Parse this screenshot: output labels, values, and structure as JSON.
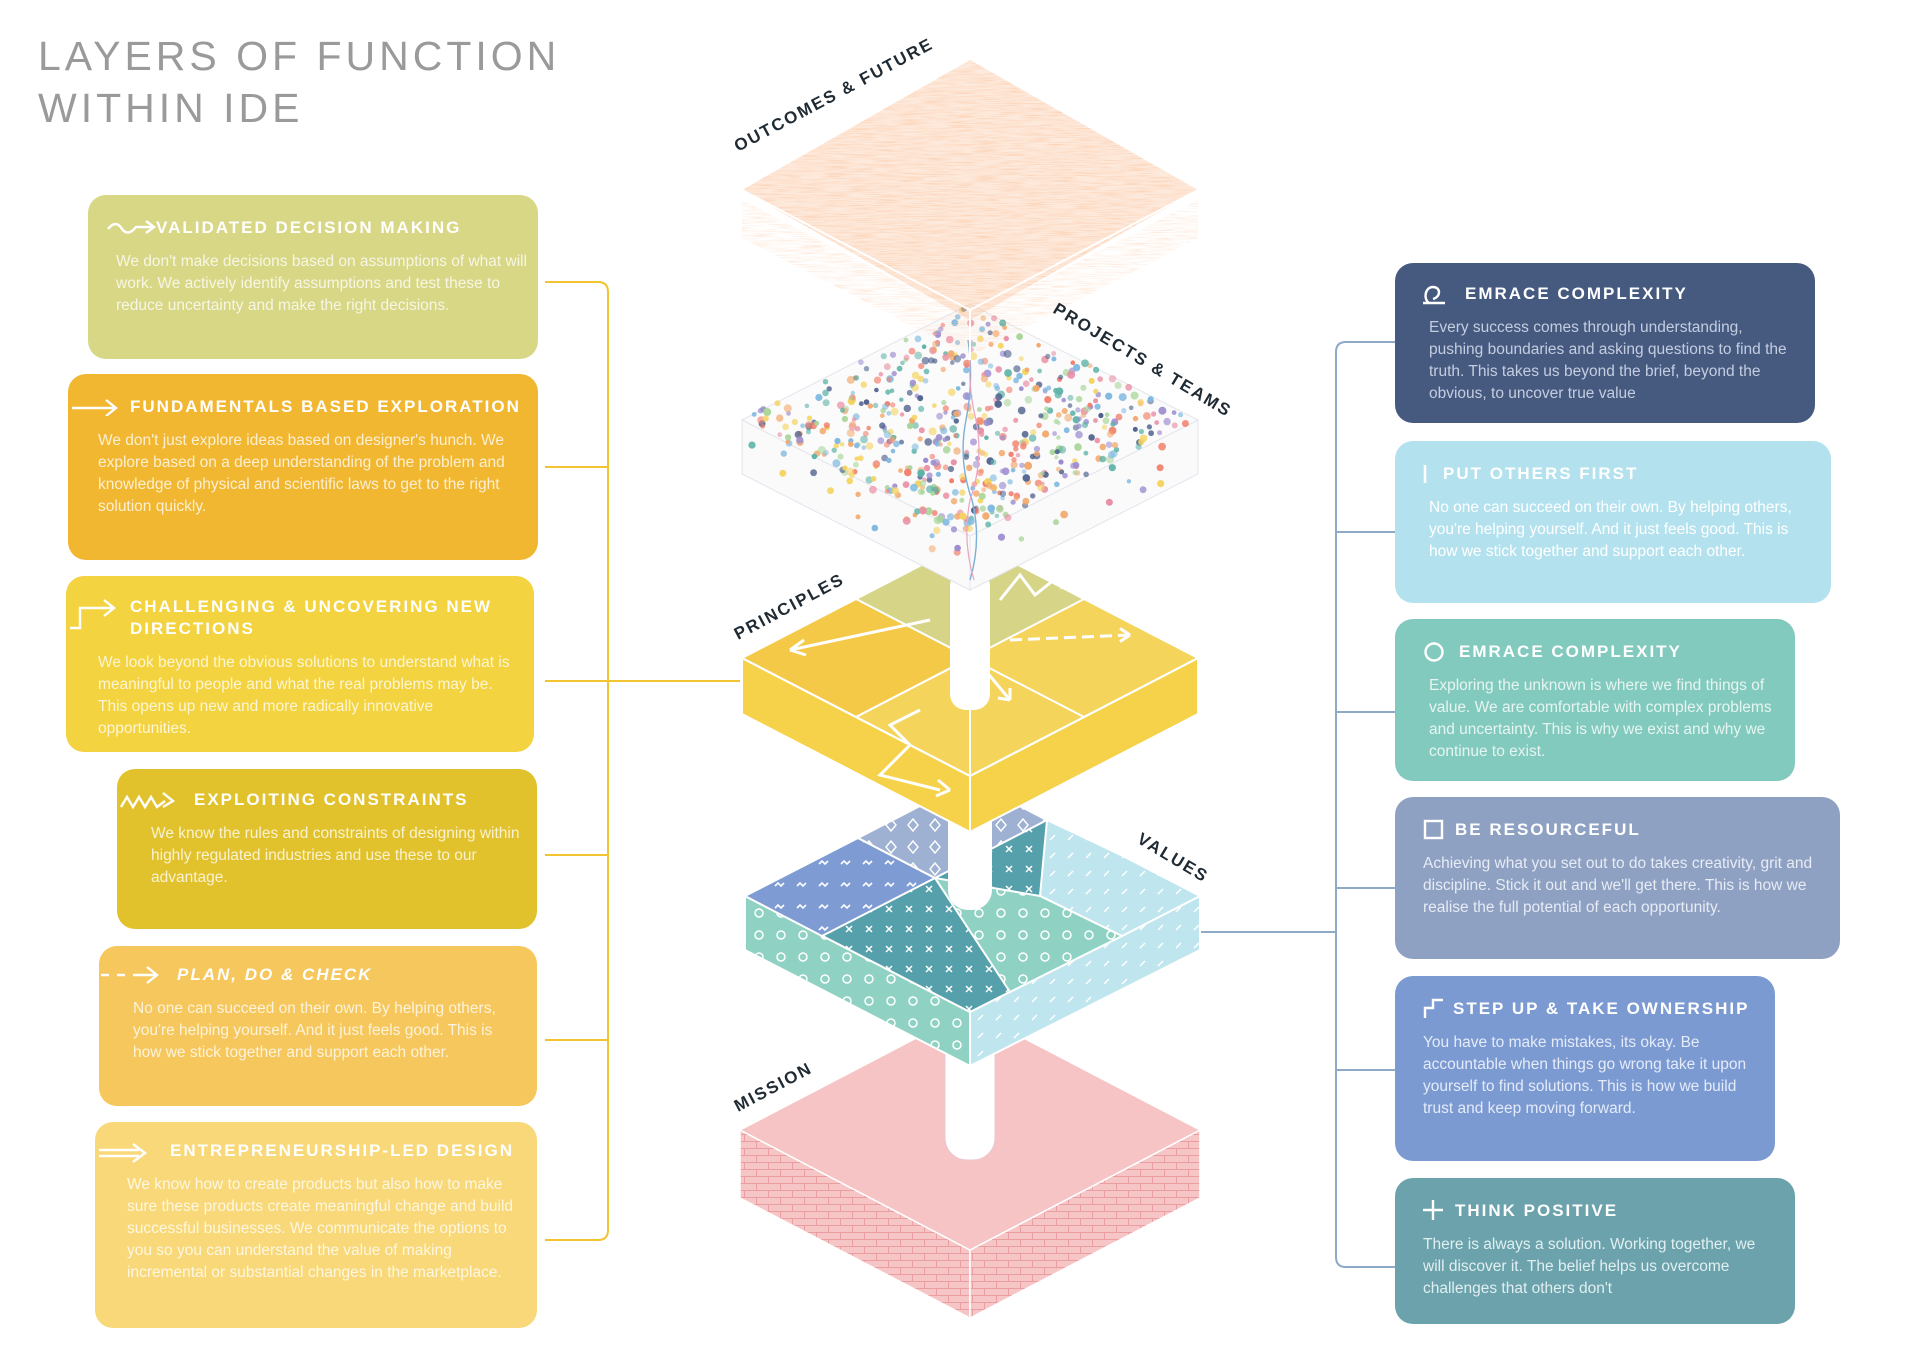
{
  "title": {
    "line1": "LAYERS OF FUNCTION",
    "line2": "WITHIN IDE"
  },
  "layers": {
    "outcomes": "OUTCOMES & FUTURE",
    "projects": "PROJECTS & TEAMS",
    "principles": "PRINCIPLES",
    "values": "VALUES",
    "mission": "MISSION"
  },
  "principles": [
    {
      "title": "VALIDATED DECISION MAKING",
      "body": "We don't make decisions based on assumptions of what will work. We actively identify assumptions and test these to reduce uncertainty and make the right decisions.",
      "color": "#d8d786"
    },
    {
      "title": "FUNDAMENTALS BASED EXPLORATION",
      "body": "We don't just explore ideas based on designer's hunch. We explore based on a deep understanding of the problem and knowledge of physical and scientific laws to get to the right solution quickly.",
      "color": "#f2b731"
    },
    {
      "title": "CHALLENGING & UNCOVERING NEW DIRECTIONS",
      "body": "We look beyond the obvious solutions to understand what is meaningful to people and what the real problems may be. This opens up new and more radically innovative opportunities.",
      "color": "#f3d33f"
    },
    {
      "title": "EXPLOITING CONSTRAINTS",
      "body": "We know the rules and constraints of designing within highly regulated industries and use these to our advantage.",
      "color": "#e2c22c"
    },
    {
      "title": "PLAN, DO & CHECK",
      "body": "No one can succeed on their own. By helping others, you're helping yourself. And it just feels good. This is how we stick together and support each other.",
      "color": "#f6c75c"
    },
    {
      "title": "ENTREPRENEURSHIP-LED DESIGN",
      "body": "We know how to create products but also how to make sure these products create meaningful change and build successful businesses. We communicate the options to you so you can understand the value of making incremental or substantial changes in the marketplace.",
      "color": "#f8d878"
    }
  ],
  "values": [
    {
      "title": "EMRACE COMPLEXITY",
      "body": "Every success comes through understanding, pushing boundaries and asking questions to find the truth. This takes us beyond the brief, beyond the obvious, to uncover true value",
      "color": "#465a80",
      "body_color": "#c4cde0"
    },
    {
      "title": "PUT OTHERS FIRST",
      "body": "No one can succeed on their own. By helping others, you're helping yourself. And it just feels good. This is how we stick together and support each other.",
      "color": "#b3e2ee",
      "body_color": "#ffffff"
    },
    {
      "title": "EMRACE COMPLEXITY",
      "body": "Exploring the unknown is where we find things of value. We are comfortable with complex problems and uncertainty. This is why we exist and why we continue to exist.",
      "color": "#83cabe",
      "body_color": "#e6f5f1"
    },
    {
      "title": "BE RESOURCEFUL",
      "body": "Achieving what you set out to do takes creativity, grit and discipline. Stick it out and we'll get there. This is how we realise the full potential of each opportunity.",
      "color": "#8fa1c3",
      "body_color": "#e6ebf4"
    },
    {
      "title": "STEP UP & TAKE OWNERSHIP",
      "body": "You have to make mistakes, its okay. Be accountable when things go wrong take it upon yourself to find solutions. This is how we build trust and keep moving forward.",
      "color": "#7c9ad2",
      "body_color": "#e4ebf8"
    },
    {
      "title": "THINK POSITIVE",
      "body": "There is always a solution. Working together, we will discover it. The belief helps us overcome challenges that others don't",
      "color": "#6ba2ac",
      "body_color": "#e1eff1"
    }
  ],
  "connector_colors": {
    "left": "#f2c431",
    "right": "#8fa9c9"
  }
}
